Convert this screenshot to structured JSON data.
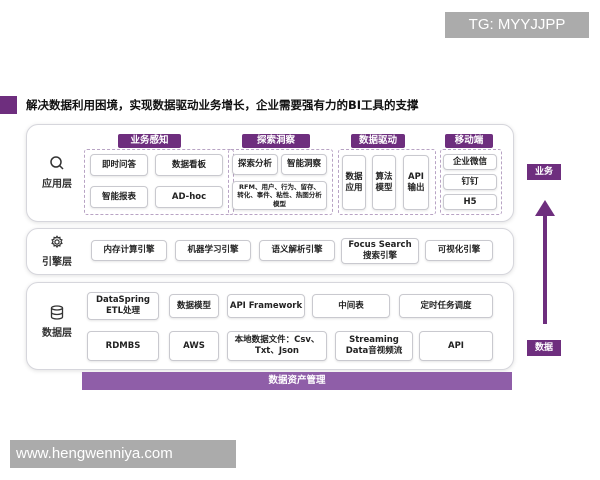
{
  "watermark_top": "TG: MYYJJPP",
  "watermark_bottom": "www.hengwenniya.com",
  "headline": "解决数据利用困境，实现数据驱动业务增长，企业需要强有力的BI工具的支撑",
  "colors": {
    "accent": "#6e2e7e",
    "asset_bar": "#8f5ea8",
    "watermark": "#ababab"
  },
  "app_layer": {
    "label": "应用层",
    "icon": "search-icon",
    "sections": [
      {
        "title": "业务感知",
        "items": [
          "即时问答",
          "数据看板",
          "智能报表",
          "AD-hoc"
        ]
      },
      {
        "title": "探索洞察",
        "items": [
          "探索分析",
          "智能洞察"
        ],
        "detail": "RFM、用户、行为、留存、转化、事件、粘性、热图分析模型"
      },
      {
        "title": "数据驱动",
        "items": [
          "数据应用",
          "算法模型",
          "API输出"
        ]
      },
      {
        "title": "移动端",
        "items": [
          "企业微信",
          "钉钉",
          "H5"
        ]
      }
    ]
  },
  "engine_layer": {
    "label": "引擎层",
    "icon": "gear-icon",
    "items": [
      "内存计算引擎",
      "机器学习引擎",
      "语义解析引擎",
      "Focus Search搜索引擎",
      "可视化引擎"
    ],
    "focus_line1": "Focus Search",
    "focus_line2": "搜索引擎"
  },
  "data_layer": {
    "label": "数据层",
    "icon": "database-icon",
    "row1": [
      "DataSpringETL处理",
      "数据模型",
      "API Framework",
      "中间表",
      "定时任务调度"
    ],
    "row2": [
      "RDMBS",
      "AWS",
      "本地数据文件：Csv、Txt、Json",
      "StreamingData音视频流",
      "API"
    ],
    "dataspring_line1": "DataSpring",
    "dataspring_line2": "ETL处理",
    "local_line1": "本地数据文件：Csv、",
    "local_line2": "Txt、Json",
    "stream_line1": "Streaming",
    "stream_line2": "Data音视频流"
  },
  "asset_bar": "数据资产管理",
  "side": {
    "top": "业务",
    "bottom": "数据"
  }
}
